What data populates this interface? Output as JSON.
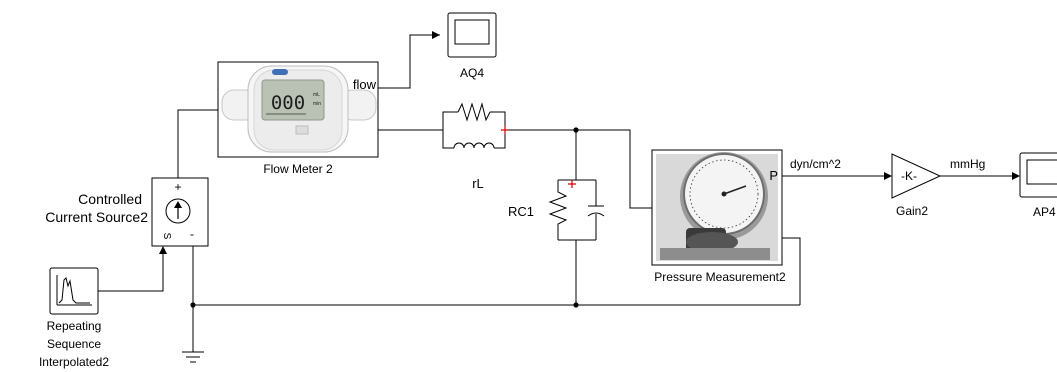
{
  "blocks": {
    "scope_aq4": {
      "label": "AQ4"
    },
    "flow_meter": {
      "label": "Flow Meter 2",
      "port_label": "flow",
      "display_value": "000",
      "display_unit_top": "mL",
      "display_unit_bottom": "min"
    },
    "inductor": {
      "label": "rL"
    },
    "rc": {
      "label": "RC1"
    },
    "current_source": {
      "label_line1": "Controlled",
      "label_line2": "Current Source2",
      "plus": "+",
      "minus": "-",
      "s_port": "S"
    },
    "repeating_sequence": {
      "label_line1": "Repeating",
      "label_line2": "Sequence",
      "label_line3": "Interpolated2"
    },
    "pressure": {
      "label": "Pressure Measurement2",
      "port_label": "P"
    },
    "gain": {
      "label": "Gain2",
      "symbol": "-K-"
    },
    "scope_ap4": {
      "label": "AP4"
    }
  },
  "signals": {
    "dyn": "dyn/cm^2",
    "mmhg": "mmHg"
  },
  "colors": {
    "wire": "#000000",
    "polarity_mark": "#d40000",
    "gauge_dark": "#3a3a3a",
    "meter_screen": "#b9c2b4"
  }
}
